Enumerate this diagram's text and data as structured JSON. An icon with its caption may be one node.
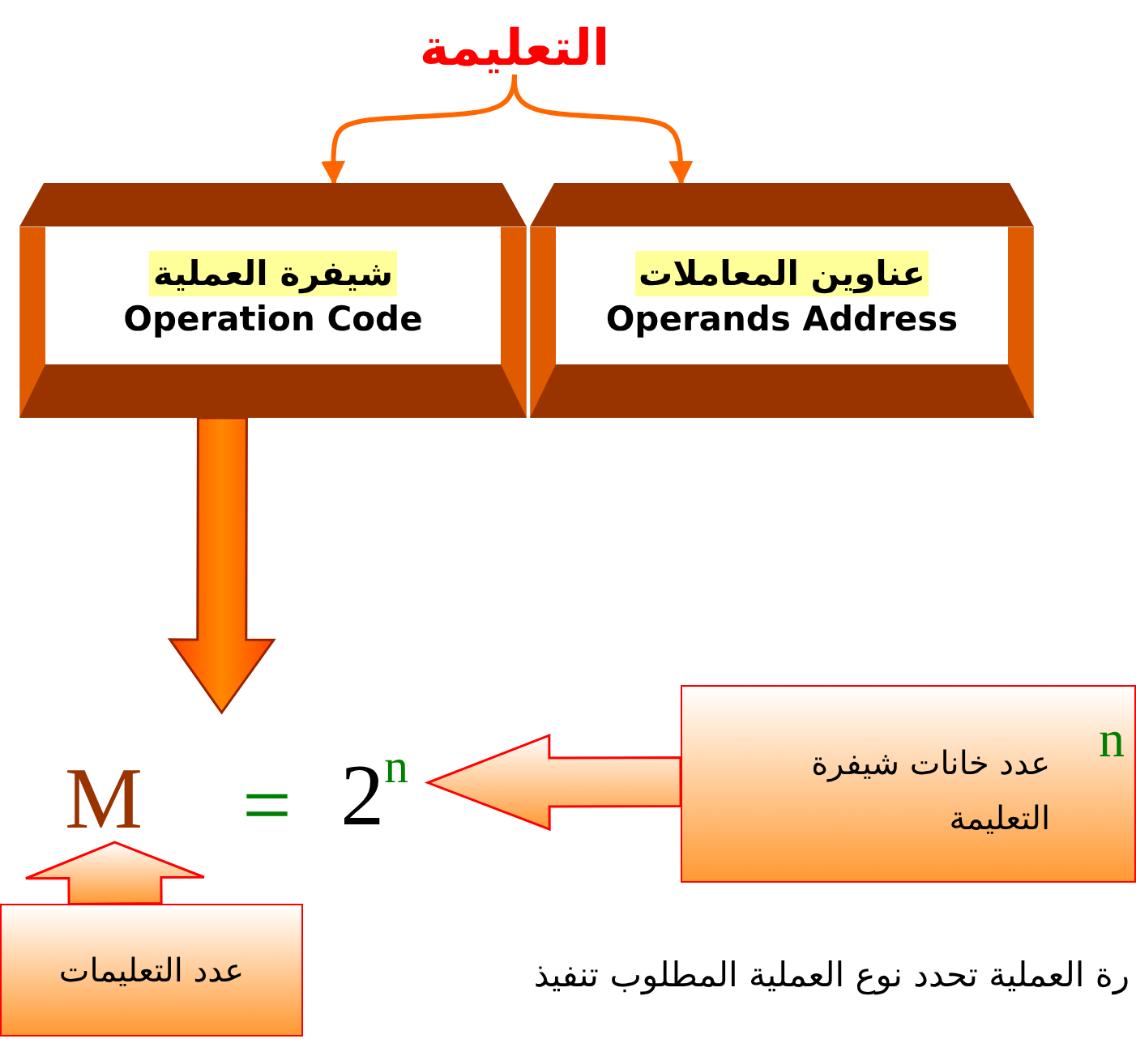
{
  "diagram": {
    "nodes": [
      {
        "text": [
          "التعليمة"
        ]
      },
      {
        "text": [
          "شيفرة العملية",
          "Operation Code"
        ]
      },
      {
        "text": [
          "عناوين المعاملات",
          "Operands Address"
        ]
      },
      {
        "text": [
          "M"
        ]
      },
      {
        "text": [
          "2$^{n}$"
        ]
      },
      {
        "text": [
          "n",
          "عدد خانات شيفرة التعليمة"
        ]
      },
      {
        "text": [
          "عدد التعليمات"
        ]
      }
    ],
    "edges": [
      {
        "from": 0,
        "to": 1,
        "arrow": "to"
      },
      {
        "from": 0,
        "to": 2,
        "arrow": "to"
      },
      {
        "from": 1,
        "to": 3,
        "arrow": "to",
        "style": "thick"
      },
      {
        "from": 5,
        "to": 4,
        "arrow": "to",
        "style": "thick",
        "color": "#ff0000"
      },
      {
        "from": 6,
        "to": 3,
        "arrow": "to",
        "style": "thick",
        "color": "#ff0000"
      }
    ],
    "labels": [
      "=",
      "رة العملية تحدد نوع العملية المطلوب تنفيذ"
    ]
  }
}
